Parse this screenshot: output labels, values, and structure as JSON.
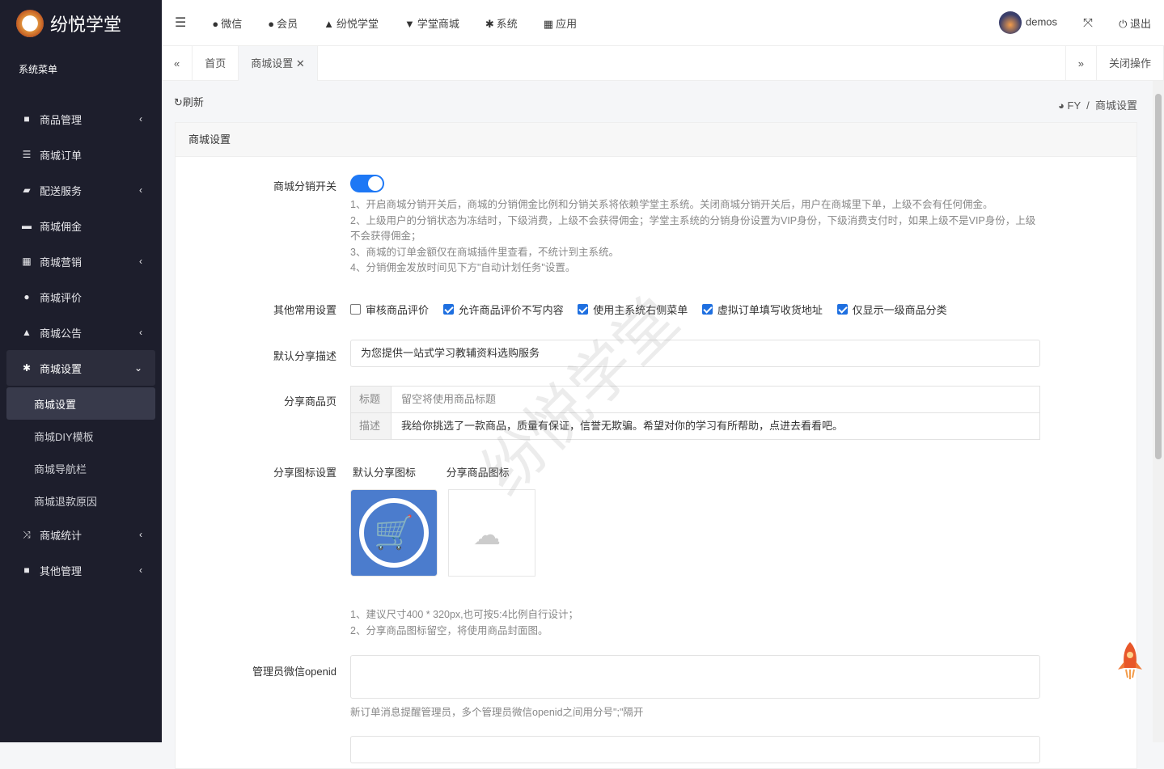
{
  "sidebar": {
    "brand": "纷悦学堂",
    "menu_title": "系统菜单",
    "items": [
      {
        "label": "商品管理",
        "icon": "bag-icon"
      },
      {
        "label": "商城订单",
        "icon": "list-icon"
      },
      {
        "label": "配送服务",
        "icon": "truck-icon"
      },
      {
        "label": "商城佣金",
        "icon": "card-icon"
      },
      {
        "label": "商城营销",
        "icon": "gift-icon"
      },
      {
        "label": "商城评价",
        "icon": "comments-icon"
      },
      {
        "label": "商城公告",
        "icon": "bell-icon"
      },
      {
        "label": "商城设置",
        "icon": "gear-icon"
      },
      {
        "label": "商城统计",
        "icon": "shuffle-icon"
      },
      {
        "label": "其他管理",
        "icon": "square-icon"
      }
    ],
    "sub": [
      "商城设置",
      "商城DIY模板",
      "商城导航栏",
      "商城退款原因"
    ]
  },
  "topnav": {
    "items": [
      "微信",
      "会员",
      "纷悦学堂",
      "学堂商城",
      "系统",
      "应用"
    ],
    "user": "demos",
    "logout": "退出"
  },
  "tabs": {
    "home": "首页",
    "current": "商城设置",
    "close_ops": "关闭操作"
  },
  "toolbar": {
    "refresh": "刷新",
    "crumb_root": "FY",
    "crumb_sep": "/",
    "crumb_current": "商城设置"
  },
  "card": {
    "title": "商城设置",
    "distribution": {
      "label": "商城分销开关",
      "enabled": true,
      "help": [
        "1、开启商城分销开关后，商城的分销佣金比例和分销关系将依赖学堂主系统。关闭商城分销开关后，用户在商城里下单，上级不会有任何佣金。",
        "2、上级用户的分销状态为冻结时，下级消费，上级不会获得佣金；学堂主系统的分销身份设置为VIP身份，下级消费支付时，如果上级不是VIP身份，上级不会获得佣金；",
        "3、商城的订单金额仅在商城插件里查看，不统计到主系统。",
        "4、分销佣金发放时间见下方\"自动计划任务\"设置。"
      ]
    },
    "other": {
      "label": "其他常用设置",
      "options": [
        {
          "label": "审核商品评价",
          "checked": false
        },
        {
          "label": "允许商品评价不写内容",
          "checked": true
        },
        {
          "label": "使用主系统右侧菜单",
          "checked": true
        },
        {
          "label": "虚拟订单填写收货地址",
          "checked": true
        },
        {
          "label": "仅显示一级商品分类",
          "checked": true
        }
      ]
    },
    "share_desc": {
      "label": "默认分享描述",
      "value": "为您提供一站式学习教辅资料选购服务"
    },
    "share_goods": {
      "label": "分享商品页",
      "title_addon": "标题",
      "title_placeholder": "留空将使用商品标题",
      "desc_addon": "描述",
      "desc_value": "我给你挑选了一款商品，质量有保证，信誉无欺骗。希望对你的学习有所帮助，点进去看看吧。"
    },
    "share_icon": {
      "label": "分享图标设置",
      "default_label": "默认分享图标",
      "goods_label": "分享商品图标",
      "help": [
        "1、建议尺寸400 * 320px,也可按5:4比例自行设计；",
        "2、分享商品图标留空，将使用商品封面图。"
      ]
    },
    "openid": {
      "label": "管理员微信openid",
      "value": "",
      "help": "新订单消息提醒管理员，多个管理员微信openid之间用分号\";\"隔开"
    }
  },
  "watermark": "纷悦学堂",
  "colors": {
    "sidebar": "#1d1e2c",
    "accent": "#1e78f5"
  }
}
